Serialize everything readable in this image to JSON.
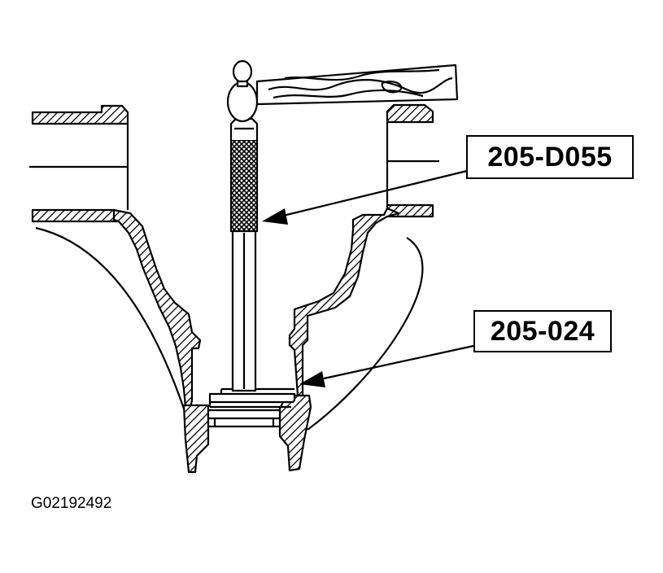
{
  "callouts": {
    "tool_top": "205-D055",
    "tool_bottom": "205-024"
  },
  "figure_id": "G02192492",
  "colors": {
    "ink": "#000000",
    "paper": "#ffffff"
  }
}
